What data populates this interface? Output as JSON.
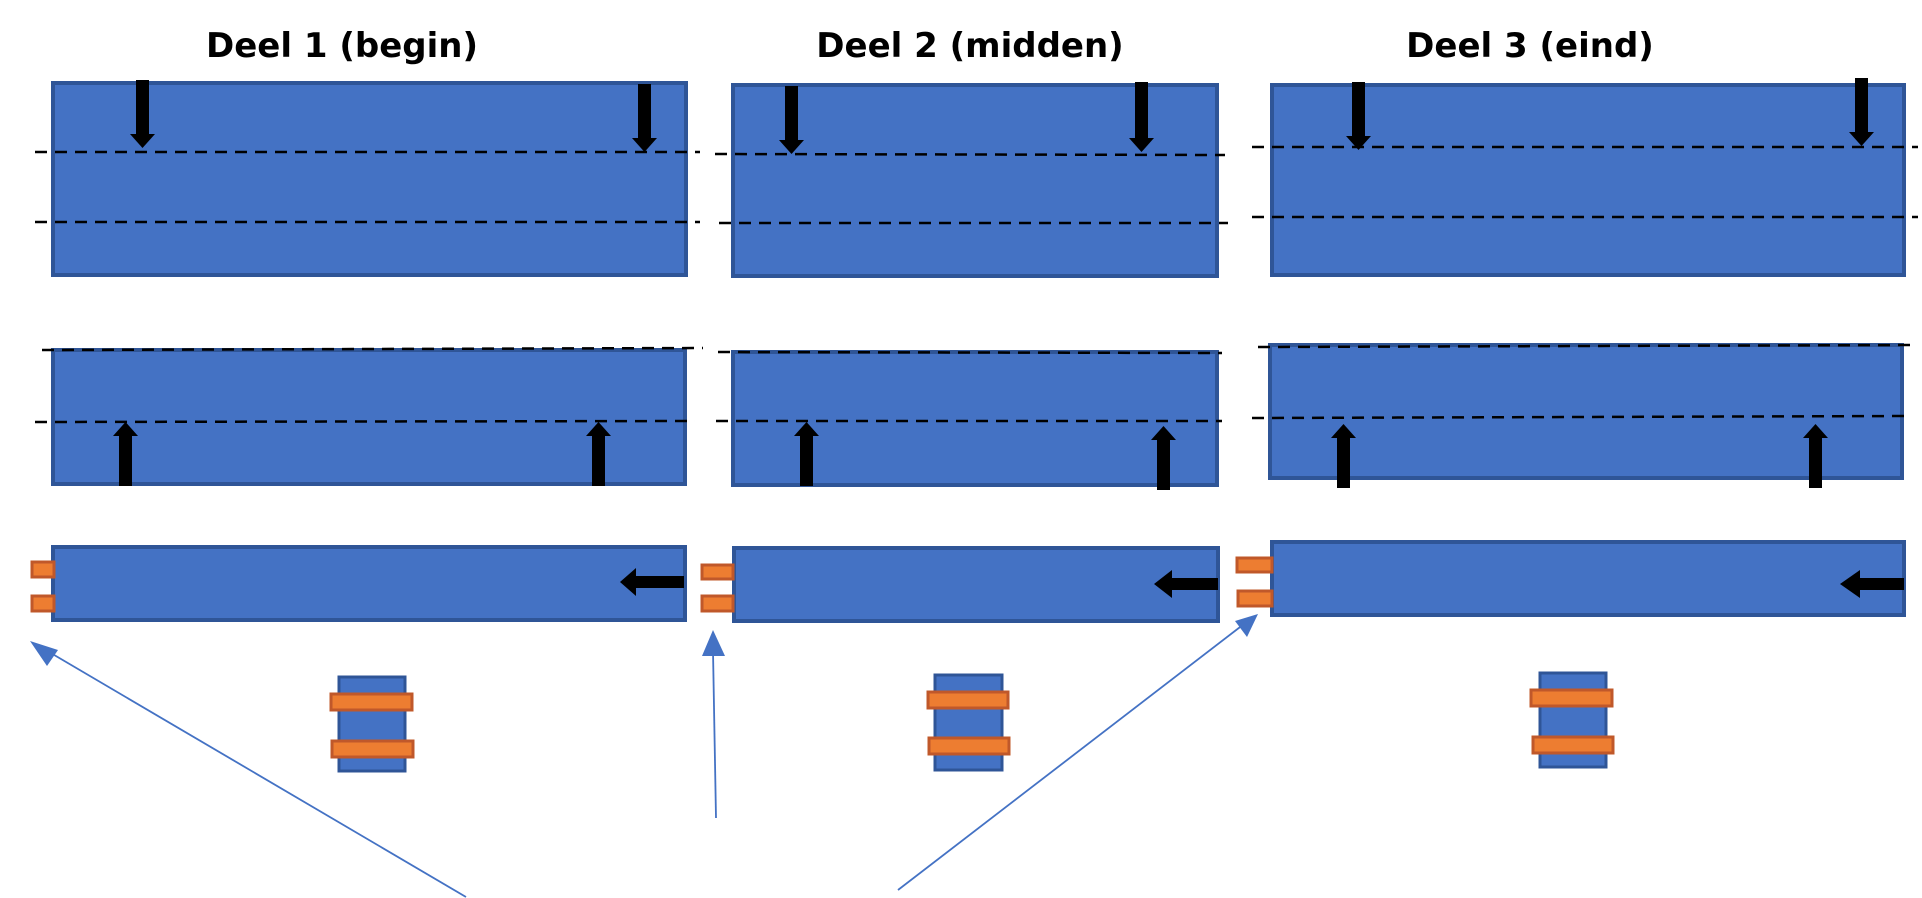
{
  "columns": [
    {
      "title": "Deel 1 (begin)"
    },
    {
      "title": "Deel 2 (midden)"
    },
    {
      "title": "Deel 3 (eind)"
    }
  ],
  "colors": {
    "board_fill": "#4472C4",
    "board_stroke": "#2F5597",
    "tab_fill": "#ED7D31",
    "tab_stroke": "#C0582A",
    "arrow": "#000000",
    "pointer_line": "#4472C4",
    "dashed_line": "#000000"
  },
  "icons": {
    "arrow_down": "down-arrow-icon",
    "arrow_up": "up-arrow-icon",
    "arrow_left": "left-arrow-icon",
    "pointer": "pointer-arrow-icon"
  }
}
